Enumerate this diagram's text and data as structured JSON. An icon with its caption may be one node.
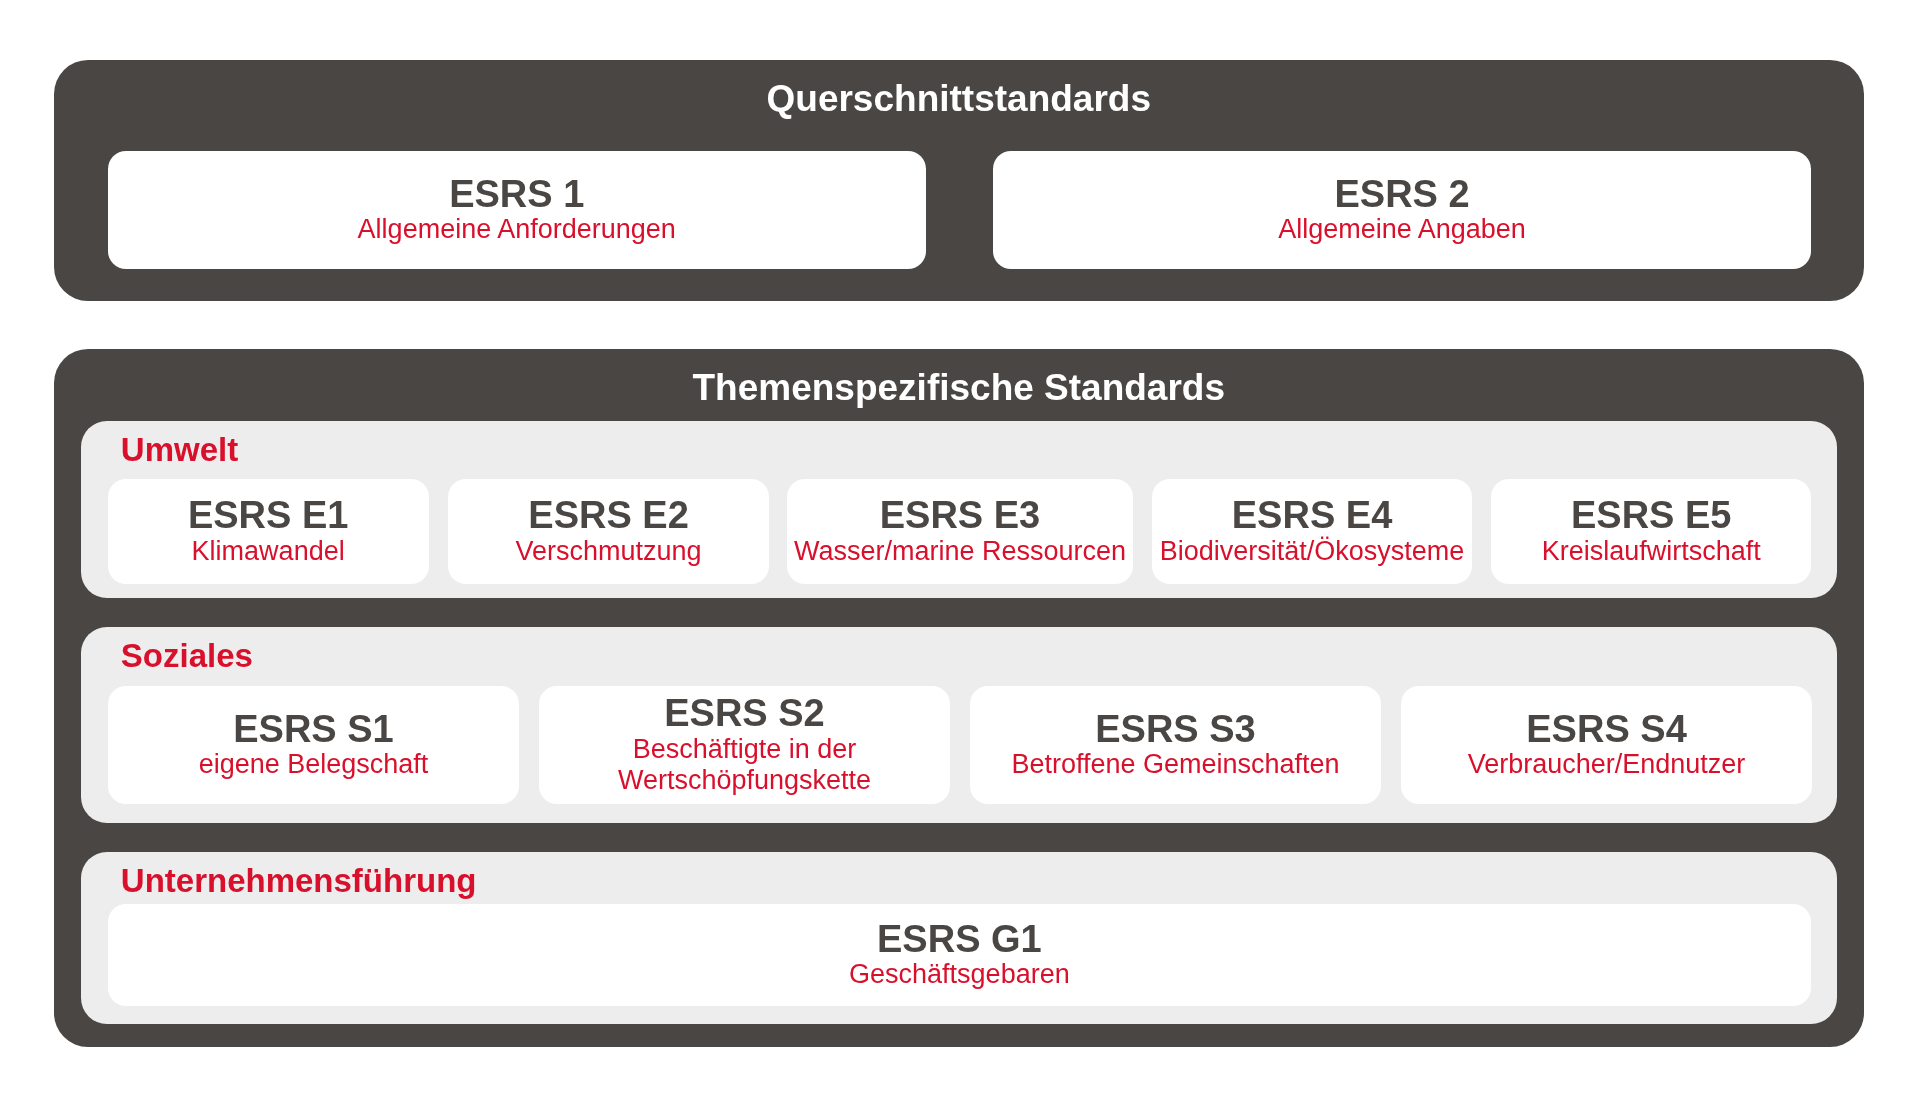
{
  "diagram": {
    "nodes": [
      {
        "text": [
          "Querschnittstandards"
        ]
      },
      {
        "text": [
          "ESRS 1",
          "Allgemeine Anforderungen"
        ],
        "in": 0
      },
      {
        "text": [
          "ESRS 2",
          "Allgemeine Angaben"
        ],
        "in": 0
      },
      {
        "text": [
          "Themenspezifische Standards"
        ]
      },
      {
        "text": [
          "Umwelt"
        ],
        "in": 3
      },
      {
        "text": [
          "ESRS E1",
          "Klimawandel"
        ],
        "in": 4
      },
      {
        "text": [
          "ESRS E2",
          "Verschmutzung"
        ],
        "in": 4
      },
      {
        "text": [
          "ESRS E3",
          "Wasser/marine Ressourcen"
        ],
        "in": 4
      },
      {
        "text": [
          "ESRS E4",
          "Biodiversität/Ökosysteme"
        ],
        "in": 4
      },
      {
        "text": [
          "ESRS E5",
          "Kreislaufwirtschaft"
        ],
        "in": 4
      },
      {
        "text": [
          "Soziales"
        ],
        "in": 3
      },
      {
        "text": [
          "ESRS S1",
          "eigene Belegschaft"
        ],
        "in": 10
      },
      {
        "text": [
          "ESRS S2",
          "Beschäftigte in der Wertschöpfungskette"
        ],
        "in": 10
      },
      {
        "text": [
          "ESRS S3",
          "Betroffene Gemeinschaften"
        ],
        "in": 10
      },
      {
        "text": [
          "ESRS S4",
          "Verbraucher/Endnutzer"
        ],
        "in": 10
      },
      {
        "text": [
          "Unternehmensführung"
        ],
        "in": 3
      },
      {
        "text": [
          "ESRS G1",
          "Geschäftsgebaren"
        ],
        "in": 15
      }
    ]
  }
}
